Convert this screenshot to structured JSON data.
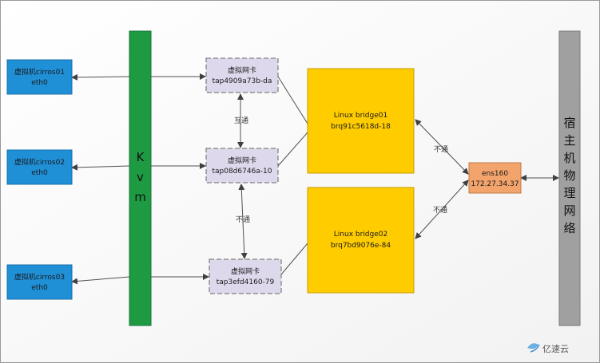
{
  "vms": [
    {
      "name": "虚拟机cirros01",
      "iface": "eth0"
    },
    {
      "name": "虚拟机cirros02",
      "iface": "eth0"
    },
    {
      "name": "虚拟机cirros03",
      "iface": "eth0"
    }
  ],
  "kvm": {
    "label": [
      "K",
      "v",
      "m"
    ]
  },
  "taps": [
    {
      "title": "虚拟网卡",
      "name": "tap4909a73b-da"
    },
    {
      "title": "虚拟网卡",
      "name": "tap08d6746a-10"
    },
    {
      "title": "虚拟网卡",
      "name": "tap3efd4160-79"
    }
  ],
  "bridges": [
    {
      "name": "Linux bridge01",
      "id": "brq91c5618d-18"
    },
    {
      "name": "Linux bridge02",
      "id": "brq7bd9076e-84"
    }
  ],
  "nic": {
    "name": "ens160",
    "ip": "172.27.34.37"
  },
  "host": {
    "chars": [
      "宿",
      "主",
      "机",
      "物",
      "理",
      "网",
      "络"
    ]
  },
  "edge_labels": {
    "tap1_tap2": "互通",
    "tap2_tap3": "不通",
    "bridge1_nic": "不通",
    "bridge2_nic": "不通"
  },
  "watermark": {
    "text": "亿速云"
  },
  "colors": {
    "vm": "#1f8fd6",
    "kvm": "#1e9a43",
    "tap": "#ddd8ec",
    "bridge": "#ffcc00",
    "nic": "#f3a46c",
    "host": "#a0a0a0",
    "line": "#505050"
  }
}
